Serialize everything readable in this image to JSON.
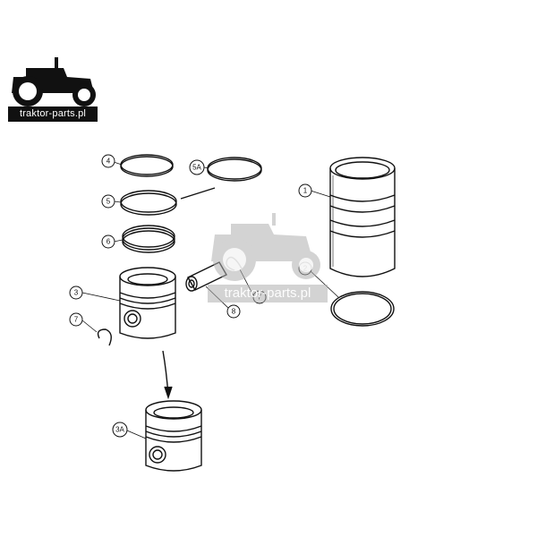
{
  "logo": {
    "text": "traktor-parts.pl",
    "icon": "tractor-icon",
    "color": "#111111"
  },
  "watermark": {
    "text": "traktor-parts.pl",
    "icon": "tractor-icon"
  },
  "callouts": {
    "c1": "1",
    "c2": "2",
    "c3": "3",
    "c3a": "3A",
    "c4": "4",
    "c5": "5",
    "c5a": "5A",
    "c6": "6",
    "c7a": "7",
    "c7b": "7",
    "c8": "8"
  },
  "colors": {
    "line": "#111111",
    "background": "#ffffff",
    "watermark": "#b0b0b0"
  }
}
